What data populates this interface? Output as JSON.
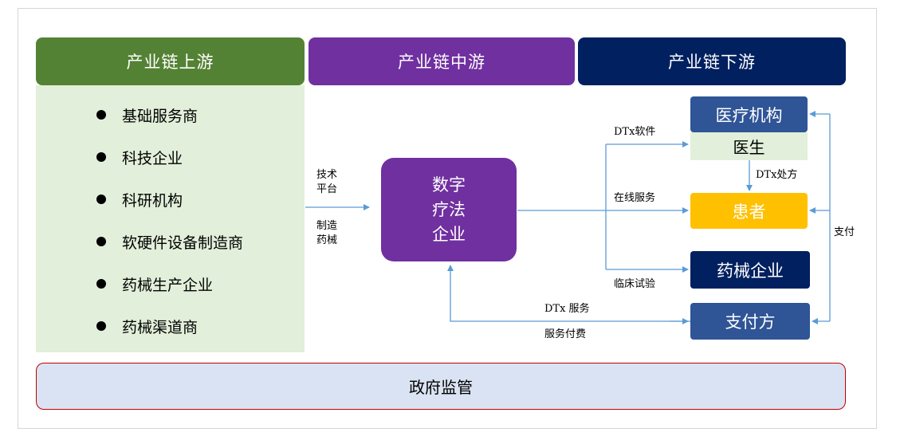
{
  "headers": {
    "upstream": "产业链上游",
    "midstream": "产业链中游",
    "downstream": "产业链下游"
  },
  "upstream_items": [
    "基础服务商",
    "科技企业",
    "科研机构",
    "软硬件设备制造商",
    "药械生产企业",
    "药械渠道商"
  ],
  "company": {
    "line1": "数字",
    "line2": "疗法",
    "line3": "企业"
  },
  "downstream": {
    "hospital": "医疗机构",
    "doctor": "医生",
    "patient": "患者",
    "med_company": "药械企业",
    "payer": "支付方"
  },
  "labels": {
    "tech_platform_1": "技术",
    "tech_platform_2": "平台",
    "manufacture_1": "制造",
    "manufacture_2": "药械",
    "dtx_software": "DTx软件",
    "online_service": "在线服务",
    "clinical_trial": "临床试验",
    "dtx_prescription": "DTx处方",
    "dtx_service": "DTx 服务",
    "service_fee": "服务付费",
    "payment": "支付"
  },
  "government": "政府监管",
  "colors": {
    "upstream": "#548235",
    "midstream": "#7030a0",
    "downstream": "#002060",
    "upstream_panel": "#e2efda",
    "hospital": "#2f5597",
    "patient": "#ffc000",
    "arrow": "#5b9bd5",
    "government_border": "#c00000",
    "government_fill": "#dae3f3"
  }
}
